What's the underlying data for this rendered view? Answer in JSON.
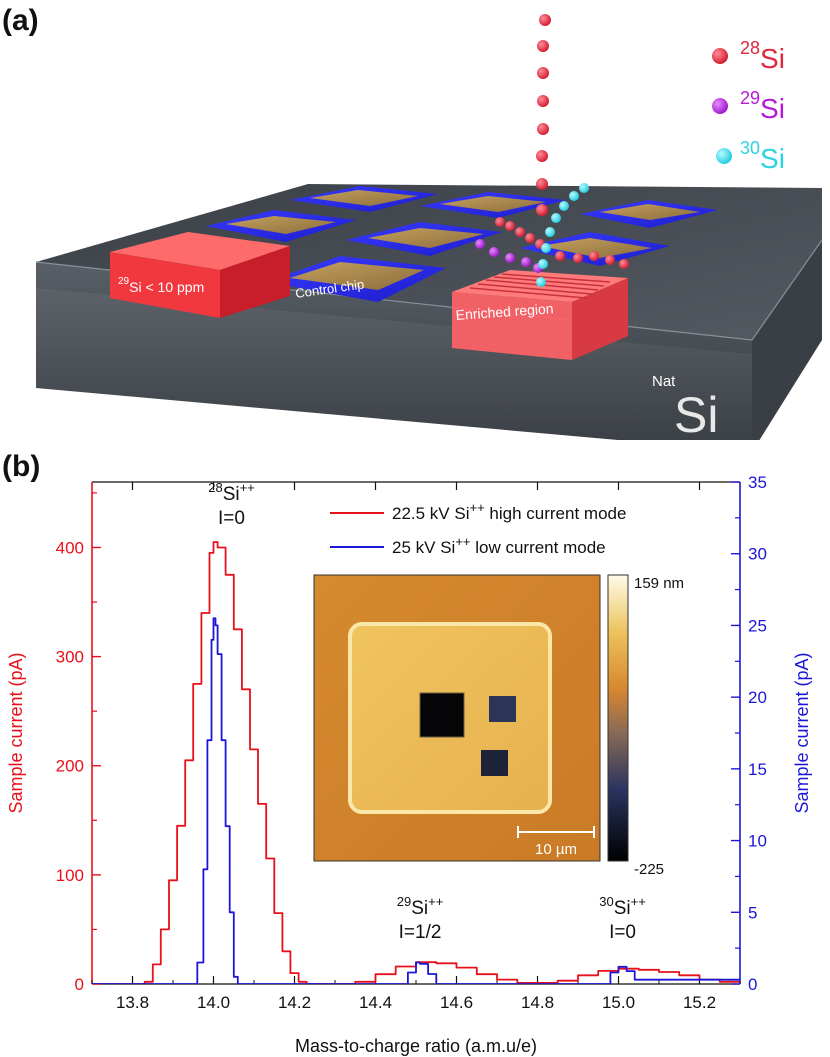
{
  "panel_a": {
    "label": "(a)",
    "isotope_legend": [
      {
        "mass": "28",
        "symbol": "Si",
        "color": "#e0283a"
      },
      {
        "mass": "29",
        "symbol": "Si",
        "color": "#b51ad6"
      },
      {
        "mass": "30",
        "symbol": "Si",
        "color": "#2bd3e3"
      }
    ],
    "red_block_mass": "29",
    "red_block_text": "Si < 10 ppm",
    "control_chip": "Control chip",
    "enriched_region": "Enriched region",
    "substrate_prefix": "Nat",
    "substrate": "Si"
  },
  "panel_b": {
    "label": "(b)"
  },
  "chart_data": {
    "type": "line",
    "xlabel": "Mass-to-charge ratio (a.m.u/e)",
    "ylabel_left": "Sample current (pA)",
    "ylabel_right": "Sample current (pA)",
    "xlim": [
      13.7,
      15.3
    ],
    "ylim_left": [
      0,
      460
    ],
    "ylim_right": [
      0,
      35
    ],
    "x_ticks": [
      "13.8",
      "14.0",
      "14.2",
      "14.4",
      "14.6",
      "14.8",
      "15.0",
      "15.2"
    ],
    "y_left_ticks": [
      "0",
      "100",
      "200",
      "300",
      "400"
    ],
    "y_right_ticks": [
      "0",
      "5",
      "10",
      "15",
      "20",
      "25",
      "30",
      "35"
    ],
    "colors": {
      "left_axis": "#e8101a",
      "right_axis": "#1c17d6"
    },
    "series": [
      {
        "name": "22.5 kV Si++ high current mode",
        "legend_main": "22.5 kV Si",
        "legend_sup": "++",
        "legend_rest": " high current mode",
        "axis": "left",
        "color": "#e8101a",
        "x": [
          13.7,
          13.8,
          13.83,
          13.85,
          13.87,
          13.89,
          13.91,
          13.93,
          13.95,
          13.97,
          13.99,
          14.0,
          14.01,
          14.03,
          14.05,
          14.07,
          14.09,
          14.11,
          14.13,
          14.15,
          14.17,
          14.19,
          14.21,
          14.23,
          14.26,
          14.3,
          14.35,
          14.4,
          14.45,
          14.5,
          14.55,
          14.6,
          14.65,
          14.7,
          14.75,
          14.8,
          14.85,
          14.9,
          14.95,
          15.0,
          15.05,
          15.1,
          15.15,
          15.2,
          15.25,
          15.3
        ],
        "y": [
          0,
          0,
          2,
          18,
          50,
          95,
          145,
          205,
          275,
          340,
          395,
          405,
          400,
          375,
          325,
          270,
          215,
          165,
          115,
          65,
          30,
          10,
          2,
          0,
          0,
          0,
          2,
          9,
          16,
          20,
          19,
          15,
          9,
          4,
          1,
          1,
          3,
          8,
          12,
          14,
          13,
          11,
          8,
          4,
          2,
          1
        ]
      },
      {
        "name": "25 kV Si++ low current mode",
        "legend_main": "25 kV Si",
        "legend_sup": "++",
        "legend_rest": " low current mode",
        "axis": "right",
        "color": "#1c17d6",
        "x": [
          13.7,
          13.94,
          13.96,
          13.975,
          13.985,
          13.995,
          14.0,
          14.005,
          14.01,
          14.02,
          14.03,
          14.04,
          14.05,
          14.06,
          14.45,
          14.48,
          14.5,
          14.51,
          14.53,
          14.55,
          14.95,
          14.98,
          15.0,
          15.02,
          15.04,
          15.3
        ],
        "y": [
          0,
          0,
          1.5,
          8,
          17,
          24,
          25.5,
          25,
          23,
          17,
          11,
          5,
          0.5,
          0,
          0,
          0.8,
          1.5,
          1.4,
          0.7,
          0,
          0,
          0.8,
          1.2,
          0.9,
          0.3,
          0
        ]
      }
    ],
    "annotations": [
      {
        "mass": "28",
        "ion": "Si",
        "charge": "++",
        "spin": "I=0",
        "x": 14.0
      },
      {
        "mass": "29",
        "ion": "Si",
        "charge": "++",
        "spin": "I=1/2",
        "x": 14.51
      },
      {
        "mass": "30",
        "ion": "Si",
        "charge": "++",
        "spin": "I=0",
        "x": 15.01
      }
    ],
    "inset": {
      "colorbar_max": "159 nm",
      "colorbar_min": "-225",
      "scalebar": "10 µm"
    }
  }
}
